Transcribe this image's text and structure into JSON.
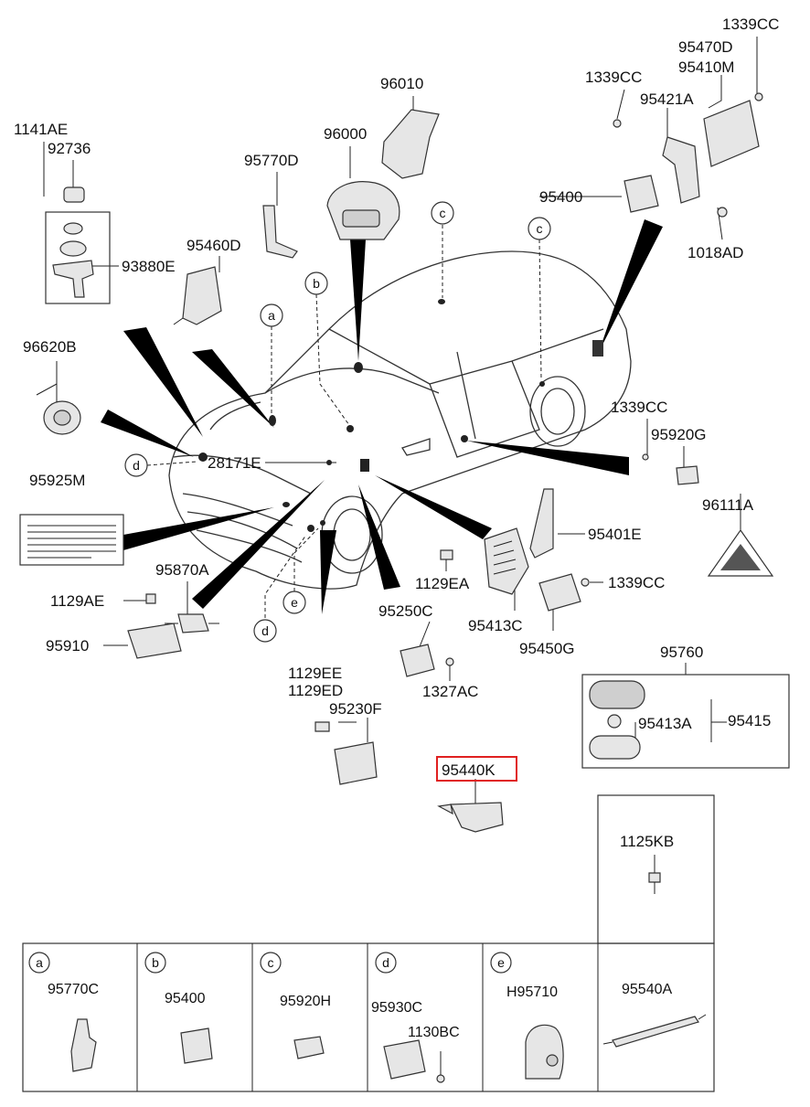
{
  "diagram": {
    "part_labels": {
      "p1339CC_top": "1339CC",
      "p95470D": "95470D",
      "p95410M": "95410M",
      "p1339CC_a": "1339CC",
      "p95421A": "95421A",
      "p96010": "96010",
      "p96000": "96000",
      "p1141AE": "1141AE",
      "p92736": "92736",
      "p95770D": "95770D",
      "p95400": "95400",
      "p93880E": "93880E",
      "p95460D": "95460D",
      "p1018AD": "1018AD",
      "p96620B": "96620B",
      "p1339CC_b": "1339CC",
      "p95920G": "95920G",
      "p28171E": "28171E",
      "p95925M": "95925M",
      "p96111A": "96111A",
      "p95401E": "95401E",
      "p95870A": "95870A",
      "p1129EA": "1129EA",
      "p1339CC_c": "1339CC",
      "p1129AE": "1129AE",
      "p95250C": "95250C",
      "p95413C": "95413C",
      "p95910": "95910",
      "p95450G": "95450G",
      "p1327AC": "1327AC",
      "p95760": "95760",
      "p1129EE": "1129EE",
      "p1129ED": "1129ED",
      "p95230F": "95230F",
      "p95413A": "95413A",
      "p95415": "95415",
      "p95440K": "95440K",
      "p1125KB": "1125KB"
    },
    "callouts": {
      "a": "a",
      "b": "b",
      "c1": "c",
      "c2": "c",
      "d1": "d",
      "d2": "d",
      "e": "e"
    },
    "legend": [
      {
        "letter": "a",
        "part": "95770C"
      },
      {
        "letter": "b",
        "part": "95400"
      },
      {
        "letter": "c",
        "part": "95920H"
      },
      {
        "letter": "d",
        "part": "95930C",
        "part2": "1130BC"
      },
      {
        "letter": "e",
        "part": "H95710"
      },
      {
        "letter": "",
        "part": "95540A"
      }
    ],
    "highlight_color": "#e02020"
  }
}
